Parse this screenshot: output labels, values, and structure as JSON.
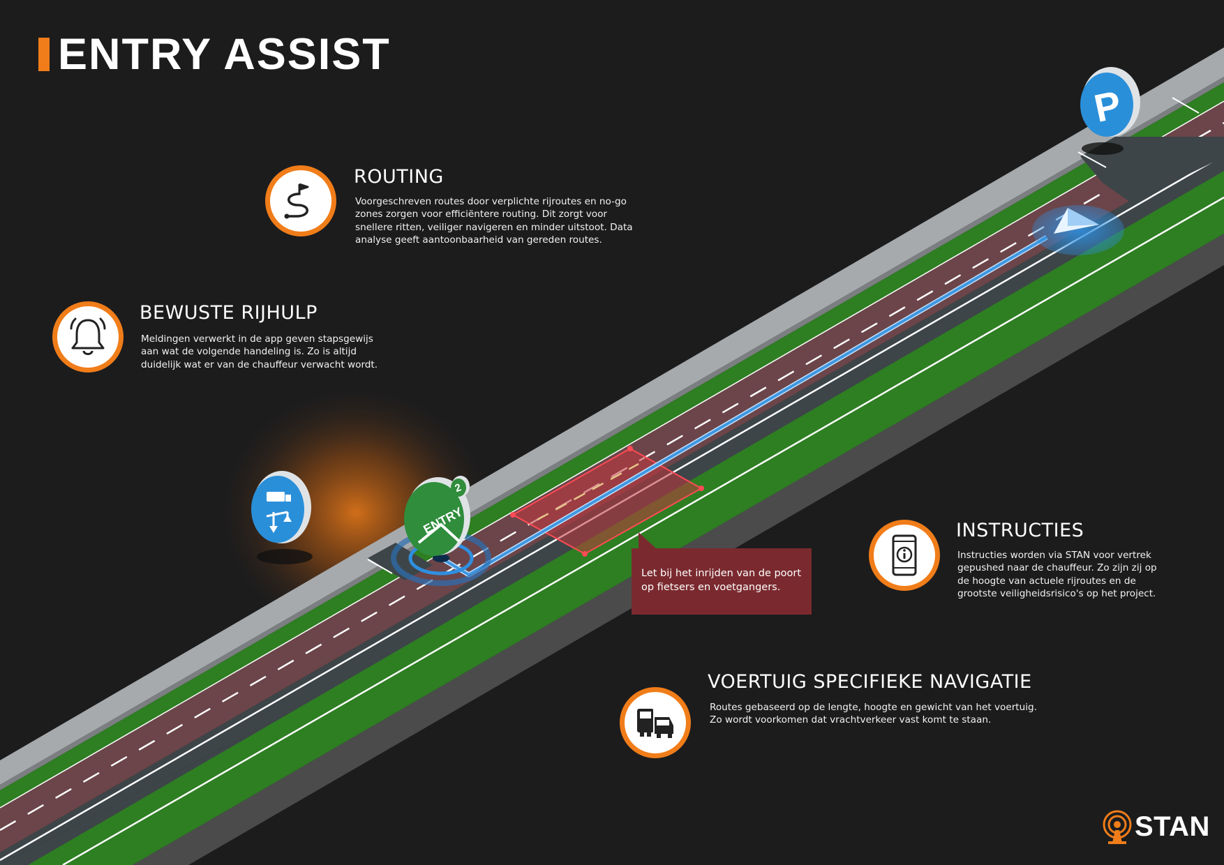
{
  "title": "ENTRY ASSIST",
  "features": {
    "routing": {
      "heading": "ROUTING",
      "icon": "winding-route-flag-icon",
      "lines": [
        "Voorgeschreven routes door verplichte rijroutes en no-go",
        "zones zorgen voor efficiëntere routing. Dit zorgt voor",
        "snellere ritten, veiliger navigeren en minder uitstoot. Data",
        "analyse geeft aantoonbaarheid van gereden routes."
      ]
    },
    "rijhulp": {
      "heading": "BEWUSTE RIJHULP",
      "icon": "bell-icon",
      "lines": [
        "Meldingen verwerkt in de app geven stapsgewijs",
        "aan wat de volgende handeling is. Zo is altijd",
        "duidelijk wat er van de chauffeur verwacht wordt."
      ]
    },
    "instructies": {
      "heading": "INSTRUCTIES",
      "icon": "phone-info-icon",
      "lines": [
        "Instructies worden via STAN voor vertrek",
        "gepushed naar de chauffeur. Zo zijn zij op",
        "de hoogte van actuele rijroutes en de",
        "grootste veiligheidsrisico's op het project."
      ]
    },
    "voertuig": {
      "heading": "VOERTUIG SPECIFIEKE NAVIGATIE",
      "icon": "truck-car-icon",
      "lines": [
        "Routes gebaseerd op de lengte, hoogte en gewicht van het voertuig.",
        "Zo wordt voorkomen dat vrachtverkeer vast komt te staan."
      ]
    }
  },
  "callout": {
    "lines": [
      "Let bij het inrijden van de poort",
      "op fietsers en voetgangers."
    ]
  },
  "scene": {
    "entry_sign_label": "ENTRY",
    "entry_sign_number": "2",
    "parking_sign_label": "P",
    "truck_sign_icon": "truck-lane-sign-icon",
    "navigation_arrow_icon": "navigation-arrow-icon"
  },
  "brand": {
    "name": "STAN",
    "icon": "stan-logo-icon"
  },
  "colors": {
    "accent_orange": "#f07d19",
    "background": "#1c1c1d",
    "road": "#3d4548",
    "bike_lane": "#6b4549",
    "grass": "#2e7e22",
    "sidewalk": "#a7aaac",
    "route_blue": "#3f96df",
    "no_go_zone": "#c2373e",
    "entry_green": "#2f8d3c",
    "sign_blue": "#2a8fd9",
    "callout_red": "#7a2a2f"
  }
}
